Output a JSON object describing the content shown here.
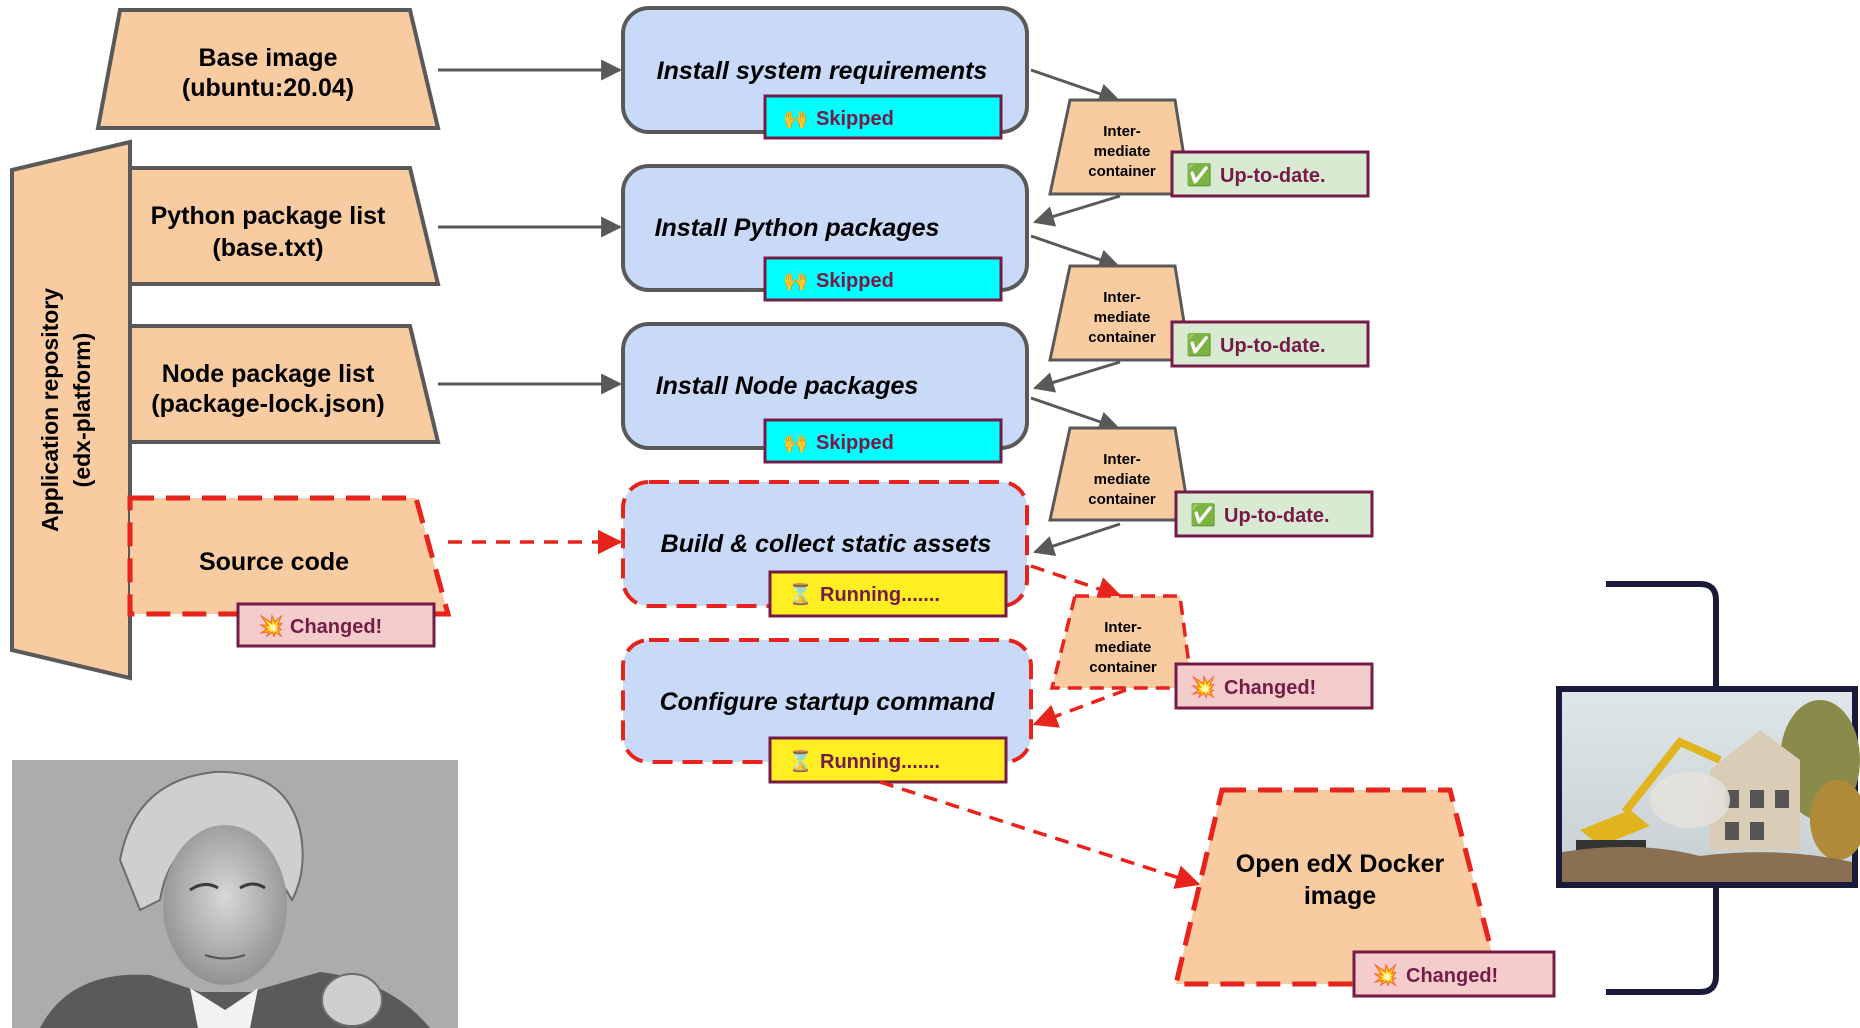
{
  "colors": {
    "artifact_fill": "#f8cba0",
    "artifact_stroke": "#595959",
    "step_fill": "#c9daf8",
    "step_stroke": "#595959",
    "changed_stroke": "#e8231c",
    "skipped_fill": "#00ffff",
    "running_fill": "#ffee22",
    "uptodate_fill": "#d9ead3",
    "changed_badge_fill": "#f4cccc",
    "badge_stroke": "#741b47",
    "bracket": "#1a1a3a"
  },
  "repo": {
    "line1": "Application repository",
    "line2": "(edx-platform)"
  },
  "inputs": [
    {
      "line1": "Base image",
      "line2": "(ubuntu:20.04)"
    },
    {
      "line1": "Python package list",
      "line2": "(base.txt)"
    },
    {
      "line1": "Node package list",
      "line2": "(package-lock.json)"
    },
    {
      "line1": "Source code",
      "line2": ""
    }
  ],
  "source_badge": {
    "icon": "collision-icon",
    "glyph": "💥",
    "label": "Changed!"
  },
  "steps": [
    {
      "label": "Install system requirements",
      "status": "Skipped",
      "status_icon": "raised-hands-icon",
      "glyph": "🙌"
    },
    {
      "label": "Install Python packages",
      "status": "Skipped",
      "status_icon": "raised-hands-icon",
      "glyph": "🙌"
    },
    {
      "label": "Install Node packages",
      "status": "Skipped",
      "status_icon": "raised-hands-icon",
      "glyph": "🙌"
    },
    {
      "label": "Build & collect static assets",
      "status": "Running.......",
      "status_icon": "hourglass-icon",
      "glyph": "⌛"
    },
    {
      "label": "Configure startup command",
      "status": "Running.......",
      "status_icon": "hourglass-icon",
      "glyph": "⌛"
    }
  ],
  "intermediates": [
    {
      "line1": "Inter-",
      "line2": "mediate",
      "line3": "container",
      "badge": "Up-to-date.",
      "badge_icon": "check-mark-icon",
      "glyph": "✅"
    },
    {
      "line1": "Inter-",
      "line2": "mediate",
      "line3": "container",
      "badge": "Up-to-date.",
      "badge_icon": "check-mark-icon",
      "glyph": "✅"
    },
    {
      "line1": "Inter-",
      "line2": "mediate",
      "line3": "container",
      "badge": "Up-to-date.",
      "badge_icon": "check-mark-icon",
      "glyph": "✅"
    },
    {
      "line1": "Inter-",
      "line2": "mediate",
      "line3": "container",
      "badge": "Changed!",
      "badge_icon": "collision-icon",
      "glyph": "💥"
    }
  ],
  "output": {
    "line1": "Open edX Docker",
    "line2": "image",
    "badge": "Changed!",
    "badge_icon": "collision-icon",
    "glyph": "💥"
  },
  "photos": {
    "portrait": "black-and-white-portrait-photo",
    "demolition": "building-demolition-photo"
  }
}
